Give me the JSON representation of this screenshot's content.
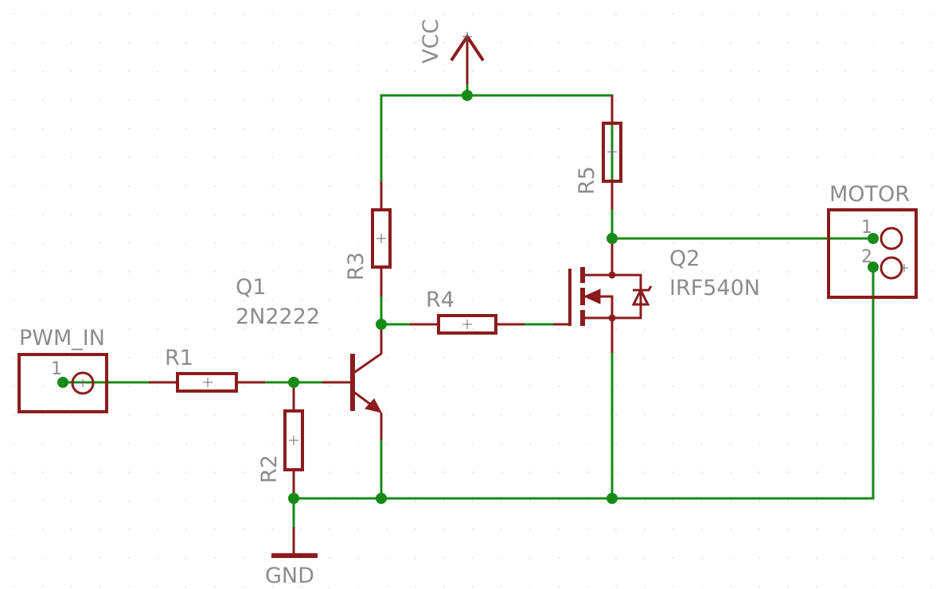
{
  "colors": {
    "wire": "#168a16",
    "symbol": "#8b1c1c",
    "label": "#8c8c8c",
    "background": "#ffffff"
  },
  "supplies": {
    "vcc": "VCC",
    "gnd": "GND"
  },
  "connectors": {
    "pwm_in": {
      "name": "PWM_IN",
      "pin1": "1"
    },
    "motor": {
      "name": "MOTOR",
      "pin1": "1",
      "pin2": "2"
    }
  },
  "resistors": {
    "r1": "R1",
    "r2": "R2",
    "r3": "R3",
    "r4": "R4",
    "r5": "R5"
  },
  "transistors": {
    "q1": {
      "name": "Q1",
      "value": "2N2222"
    },
    "q2": {
      "name": "Q2",
      "value": "IRF540N"
    }
  }
}
